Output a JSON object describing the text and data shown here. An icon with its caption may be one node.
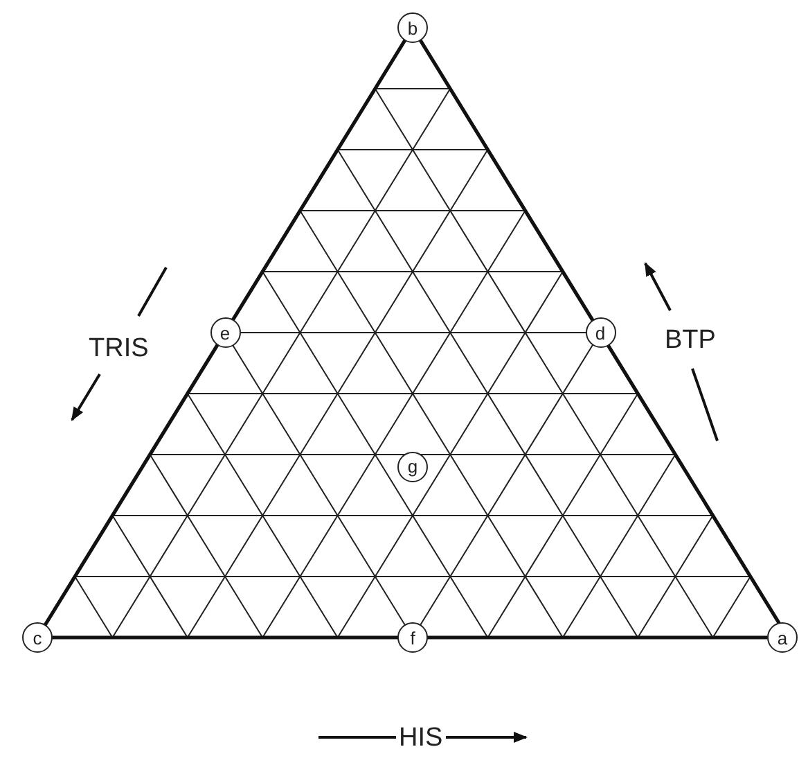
{
  "diagram": {
    "nodes": [
      {
        "text": [
          "b"
        ]
      },
      {
        "text": [
          "e"
        ]
      },
      {
        "text": [
          "d"
        ]
      },
      {
        "text": [
          "g"
        ]
      },
      {
        "text": [
          "c"
        ]
      },
      {
        "text": [
          "f"
        ]
      },
      {
        "text": [
          "a"
        ]
      }
    ],
    "labels": [
      "TRIS",
      "BTP",
      "HIS"
    ]
  }
}
